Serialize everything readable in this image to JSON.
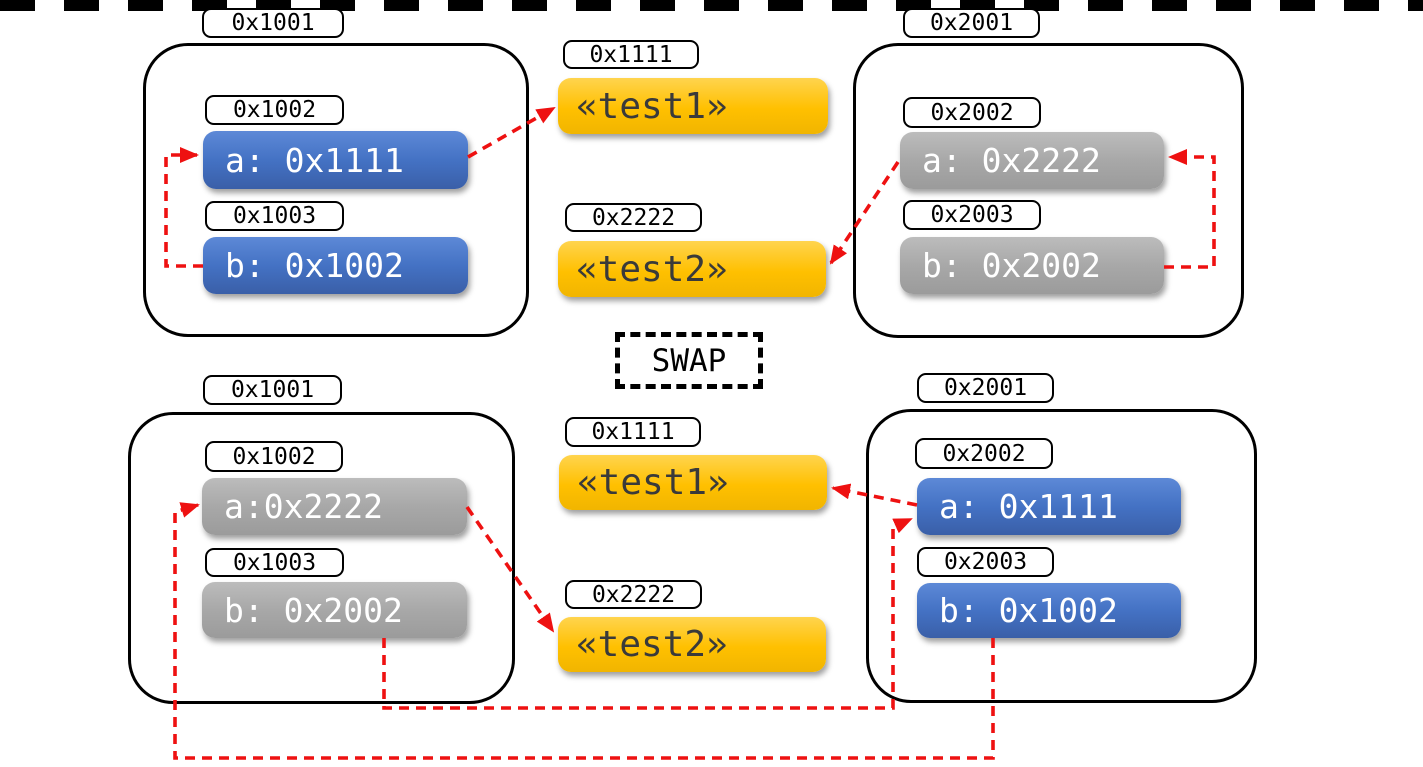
{
  "colors": {
    "blue": "#4472c4",
    "gray": "#a6a6a6",
    "yellow": "#ffc000",
    "pointer_red": "#ee1111"
  },
  "divider": {
    "label": "SWAP"
  },
  "top": {
    "left_frame": {
      "address": "0x1001",
      "slot_a": {
        "address": "0x1002",
        "value": "a: 0x1111",
        "color": "blue"
      },
      "slot_b": {
        "address": "0x1003",
        "value": "b: 0x1002",
        "color": "blue"
      }
    },
    "heap": {
      "obj1": {
        "address": "0x1111",
        "value": "«test1»"
      },
      "obj2": {
        "address": "0x2222",
        "value": "«test2»"
      }
    },
    "right_frame": {
      "address": "0x2001",
      "slot_a": {
        "address": "0x2002",
        "value": "a: 0x2222",
        "color": "gray"
      },
      "slot_b": {
        "address": "0x2003",
        "value": "b: 0x2002",
        "color": "gray"
      }
    },
    "pointers": [
      "b(0x1003) -> a(0x1002)",
      "a(0x1002) -> «test1»(0x1111)",
      "a(0x2002) -> «test2»(0x2222)",
      "b(0x2003) -> a(0x2002)"
    ]
  },
  "bottom": {
    "left_frame": {
      "address": "0x1001",
      "slot_a": {
        "address": "0x1002",
        "value": "a:0x2222",
        "color": "gray"
      },
      "slot_b": {
        "address": "0x1003",
        "value": "b: 0x2002",
        "color": "gray"
      }
    },
    "heap": {
      "obj1": {
        "address": "0x1111",
        "value": "«test1»"
      },
      "obj2": {
        "address": "0x2222",
        "value": "«test2»"
      }
    },
    "right_frame": {
      "address": "0x2001",
      "slot_a": {
        "address": "0x2002",
        "value": "a: 0x1111",
        "color": "blue"
      },
      "slot_b": {
        "address": "0x2003",
        "value": "b: 0x1002",
        "color": "blue"
      }
    },
    "pointers": [
      "a(0x1002) -> «test2»(0x2222)",
      "a(0x2002) -> «test1»(0x1111)",
      "b(0x1003) -> a(0x2002)",
      "b(0x2003) -> a(0x1002)"
    ]
  }
}
